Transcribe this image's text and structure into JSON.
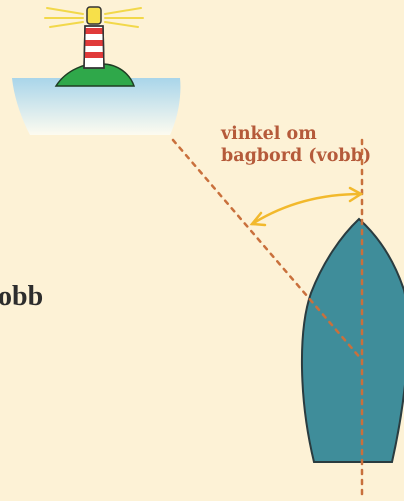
{
  "angle_label": {
    "line1": "vinkel om",
    "line2": "bagbord (vobb)"
  },
  "side_text": "obb",
  "colors": {
    "background": "#fdf2d6",
    "bearing_line": "#c9703c",
    "angle_arc": "#f2b92c",
    "boat_fill": "#3f8d9a",
    "island_fill": "#2fa84a",
    "water_top": "#a9d5ea",
    "label_text": "#b55a3a"
  }
}
